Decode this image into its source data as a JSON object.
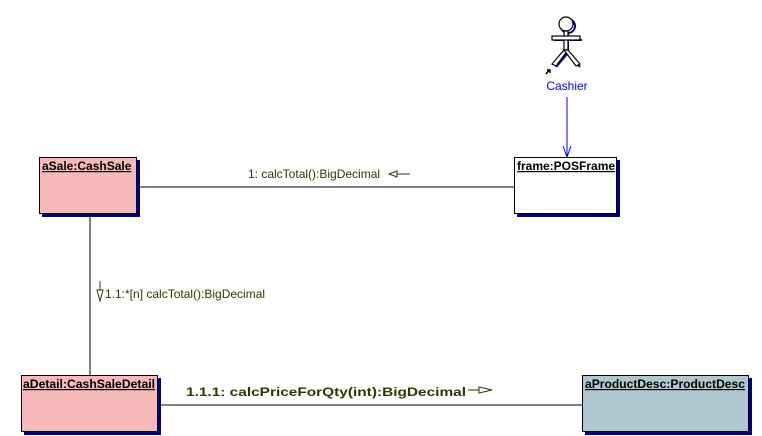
{
  "actor": {
    "name": "Cashier"
  },
  "objects": {
    "sale": {
      "label": "aSale:CashSale",
      "color": "#f7b9b9"
    },
    "frame": {
      "label": "frame:POSFrame",
      "color": "#ffffff"
    },
    "detail": {
      "label": "aDetail:CashSaleDetail",
      "color": "#f7b9b9"
    },
    "product": {
      "label": "aProductDesc:ProductDesc",
      "color": "#b0c8d0"
    }
  },
  "messages": {
    "m1": "1: calcTotal():BigDecimal",
    "m11": "1.1:*[n] calcTotal():BigDecimal",
    "m111": "1.1.1: calcPriceForQty(int):BigDecimal"
  },
  "colors": {
    "shadow": "#000080",
    "actor_link": "#0000ff"
  }
}
